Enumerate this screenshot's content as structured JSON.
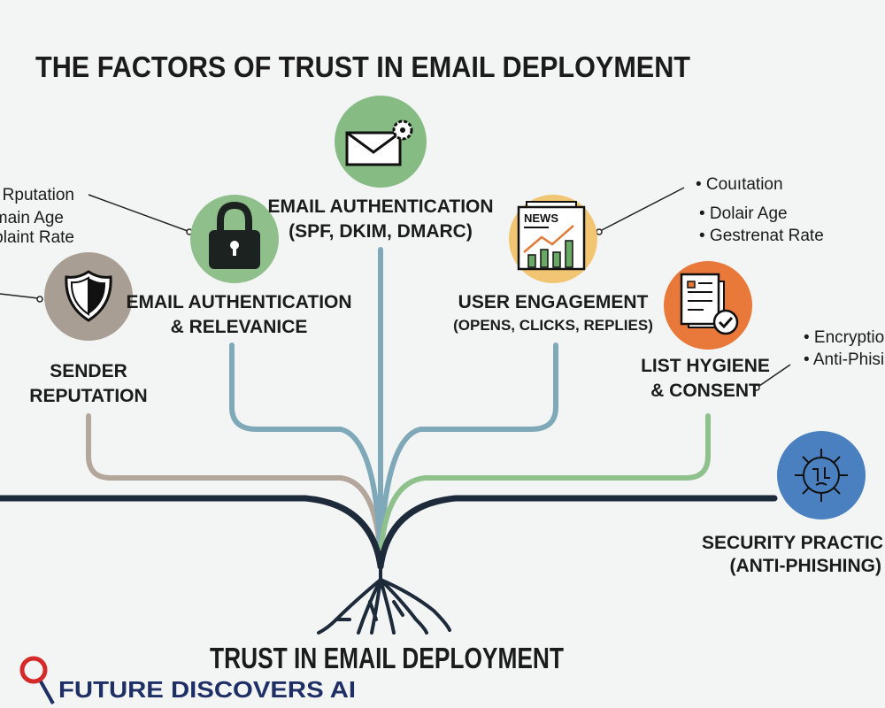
{
  "title": "THE FACTORS OF TRUST IN EMAIL DEPLOYMENT",
  "root_label": "TRUST IN EMAIL DEPLOYMENT",
  "brand": {
    "name": "FUTURE DISCOVERS AI",
    "icon": "magnifier-icon",
    "color": "#1e2f66",
    "accent": "#d42a2a"
  },
  "factors": [
    {
      "icon": "shield-icon",
      "color": "#a89e94",
      "lines": [
        "SENDER",
        "REPUTATION"
      ]
    },
    {
      "icon": "lock-icon",
      "color": "#8fbf8a",
      "lines": [
        "EMAIL AUTHENTICATION",
        "& RELEVANICE"
      ]
    },
    {
      "icon": "envelope-gear-icon",
      "color": "#86bb84",
      "lines": [
        "EMAIL AUTHENTICATION",
        "(SPF, DKIM, DMARC)"
      ]
    },
    {
      "icon": "news-chart-icon",
      "color": "#f2c572",
      "lines": [
        "USER ENGAGEMENT",
        "(OPENS, CLICKS, REPLIES)"
      ]
    },
    {
      "icon": "document-check-icon",
      "color": "#e8793a",
      "lines": [
        "LIST HYGIENE",
        "& CONSENT"
      ]
    },
    {
      "icon": "virus-icon",
      "color": "#4a80c0",
      "lines": [
        "SECURITY PRACTIC",
        "(ANTI-PHISHING)"
      ]
    }
  ],
  "callouts": {
    "left": [
      "Rputation",
      "main Age",
      "plaint Rate"
    ],
    "right_top": [
      "• Couıtation",
      "• Dolair Age",
      "• Gestrenat Rate"
    ],
    "right_mid": [
      "• Encryptio",
      "• Anti-Phisi"
    ]
  }
}
